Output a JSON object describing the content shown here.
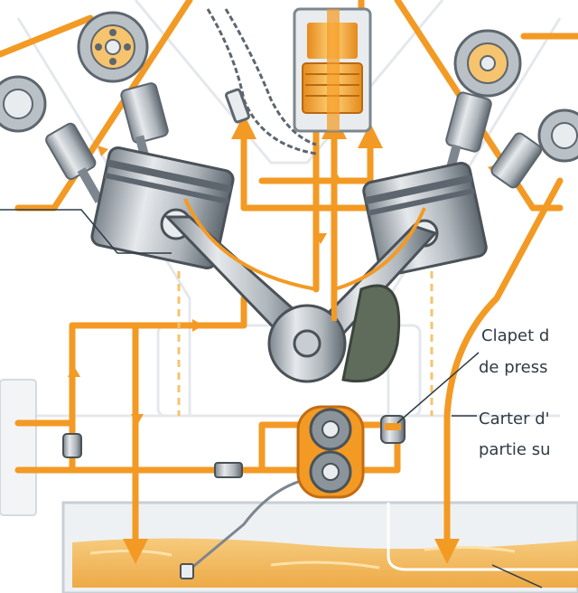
{
  "labels": {
    "valve_line1": "Clapet d",
    "valve_line2": "de press",
    "crankcase_line1": "Carter d'",
    "crankcase_line2": "partie su"
  },
  "colors": {
    "oil_line": "#f39a24",
    "oil_line_dark": "#d9771a",
    "oil_sump": "#f2b552",
    "metal_light": "#d9dde1",
    "metal_mid": "#a7aeb5",
    "metal_dark": "#5d666e",
    "counterweight": "#5f6b5b",
    "text": "#2f3b45"
  },
  "icons": {
    "camshaft_gear": "gear-icon",
    "oil_pump": "gear-pair-icon",
    "flow_arrow": "arrow-icon"
  }
}
